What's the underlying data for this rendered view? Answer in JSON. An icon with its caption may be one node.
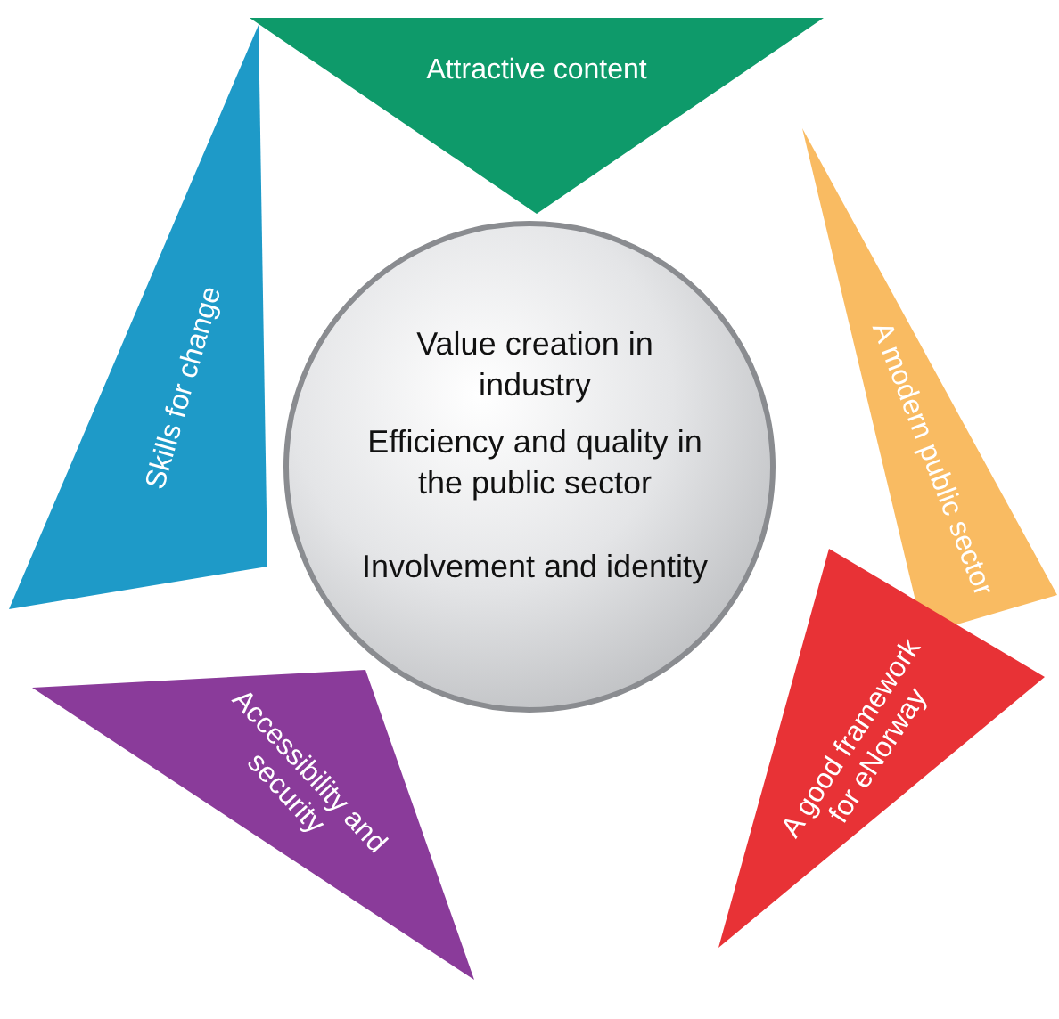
{
  "diagram": {
    "nodes": [
      {
        "text": [
          "Value creation in industry",
          "Efficiency and quality in the public sector",
          "Involvement and identity"
        ]
      },
      {
        "text": [
          "Attractive content"
        ]
      },
      {
        "text": [
          "A modern public sector"
        ]
      },
      {
        "text": [
          "A good framework for eNorway"
        ]
      },
      {
        "text": [
          "Accessibility and security"
        ]
      },
      {
        "text": [
          "Skills for change"
        ]
      }
    ]
  }
}
